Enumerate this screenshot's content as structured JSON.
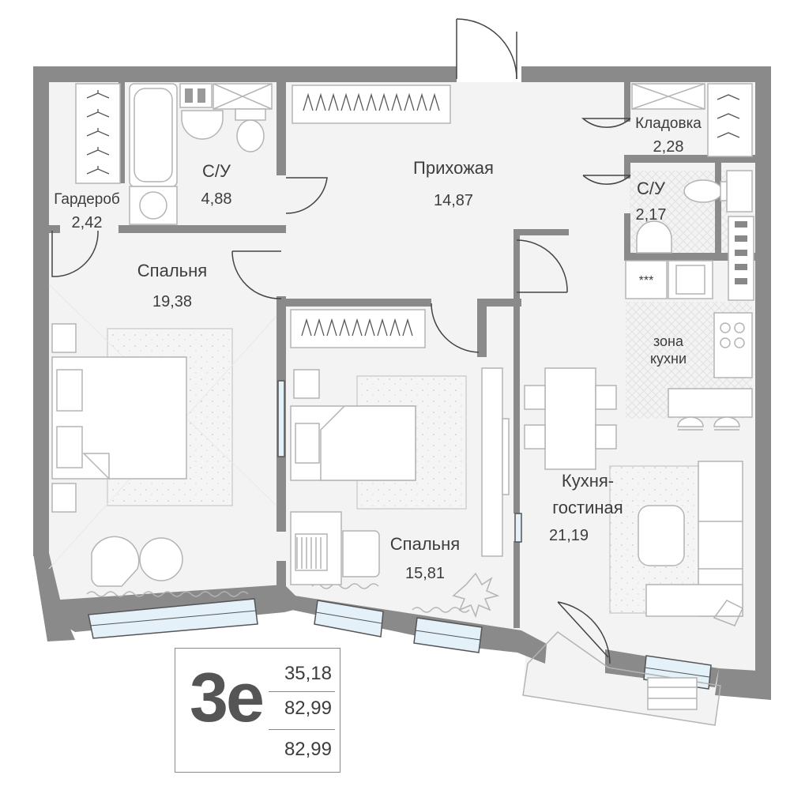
{
  "rooms": {
    "wardrobe": {
      "name": "Гардероб",
      "area": "2,42"
    },
    "bathroom1": {
      "name": "С/У",
      "area": "4,88"
    },
    "hallway": {
      "name": "Прихожая",
      "area": "14,87"
    },
    "storage": {
      "name": "Кладовка",
      "area": "2,28"
    },
    "bathroom2": {
      "name": "С/У",
      "area": "2,17"
    },
    "bedroom1": {
      "name": "Спальня",
      "area": "19,38"
    },
    "bedroom2": {
      "name": "Спальня",
      "area": "15,81"
    },
    "kitchen_zone": {
      "line1": "зона",
      "line2": "кухни"
    },
    "kitchen_living": {
      "line1": "Кухня-",
      "line2": "гостиная",
      "area": "21,19"
    },
    "cooktop_mark": "***"
  },
  "legend": {
    "type": "3е",
    "living_area": "35,18",
    "total_area": "82,99",
    "total_area_2": "82,99"
  },
  "colors": {
    "wall": "#8a8a8a",
    "floor": "#f3f3f3",
    "window": "#e4f1f8",
    "text": "#3d3d3d"
  }
}
